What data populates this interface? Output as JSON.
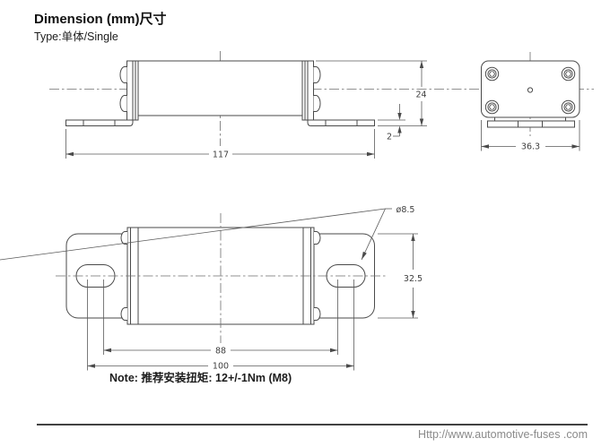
{
  "header": {
    "title": "Dimension (mm)尺寸",
    "type": "Type:单体/Single"
  },
  "views": {
    "side": {
      "overall_length": "117",
      "overall_height": "24",
      "bracket_thickness": "2"
    },
    "end": {
      "body_width": "36.3"
    },
    "front": {
      "hole_diameter": "ø8.5",
      "bracket_width": "32.5",
      "hole_inner_spacing": "88",
      "hole_outer_spacing": "100"
    }
  },
  "note": "Note: 推荐安装扭矩: 12+/-1Nm (M8)",
  "footer": {
    "url": "Http://www.automotive-fuses .com"
  },
  "colors": {
    "object_line": "#4a4a4a",
    "dimension_line": "#5a5a5a",
    "footer_text": "#8a8a8a",
    "background": "#ffffff"
  }
}
